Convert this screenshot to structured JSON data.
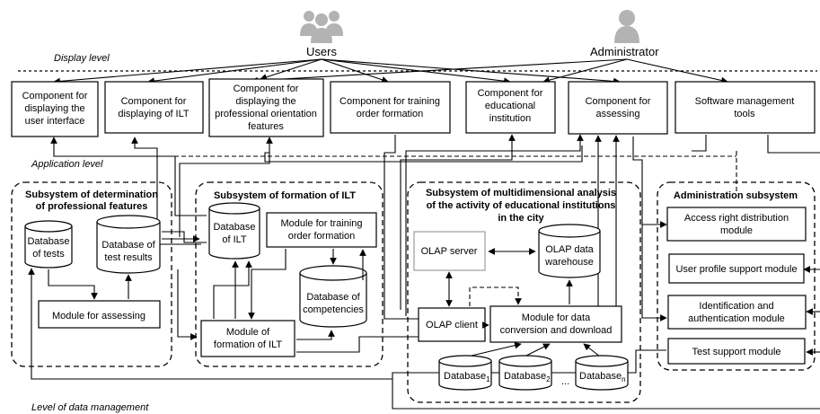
{
  "levels": {
    "display": "Display level",
    "application": "Application level",
    "data": "Level of data management"
  },
  "actors": {
    "users": "Users",
    "administrator": "Administrator"
  },
  "components": [
    [
      "Component for",
      "displaying the",
      "user interface"
    ],
    [
      "Component for",
      "displaying of ILT"
    ],
    [
      "Component for",
      "displaying the",
      "professional orientation",
      "features"
    ],
    [
      "Component for training",
      "order formation"
    ],
    [
      "Component for",
      "educational",
      "institution"
    ],
    [
      "Component for",
      "assessing"
    ],
    [
      "Software management",
      "tools"
    ]
  ],
  "subsystems": {
    "professional": {
      "title": [
        "Subsystem of determination",
        "of professional features"
      ],
      "db_tests": [
        "Database",
        "of tests"
      ],
      "db_results": [
        "Database of",
        "test results"
      ],
      "module_assessing": "Module for assessing"
    },
    "ilt": {
      "title": "Subsystem of formation of ILT",
      "db_ilt": [
        "Database",
        "of ILT"
      ],
      "module_training": [
        "Module for training",
        "order formation"
      ],
      "db_competencies": [
        "Database of",
        "competencies"
      ],
      "module_formation": [
        "Module of",
        "formation of ILT"
      ]
    },
    "olap": {
      "title": [
        "Subsystem of multidimensional analysis",
        "of the activity of educational institutions",
        "in the city"
      ],
      "olap_server": "OLAP server",
      "olap_warehouse": [
        "OLAP data",
        "warehouse"
      ],
      "olap_client": "OLAP client",
      "module_conversion": [
        "Module for data",
        "conversion and download"
      ],
      "databases": [
        {
          "name": "Database",
          "sub": "1"
        },
        {
          "name": "Database",
          "sub": "2"
        },
        {
          "name": "Database",
          "sub": "n"
        }
      ],
      "ellipsis": "..."
    },
    "admin": {
      "title": "Administration subsystem",
      "modules": [
        [
          "Access right distribution",
          "module"
        ],
        [
          "User profile support module"
        ],
        [
          "Identification and",
          "authentication module"
        ],
        [
          "Test support module"
        ]
      ]
    }
  },
  "icons": {
    "users": "users-group-icon",
    "administrator": "person-icon",
    "icon_color": "#b3b3b3"
  }
}
